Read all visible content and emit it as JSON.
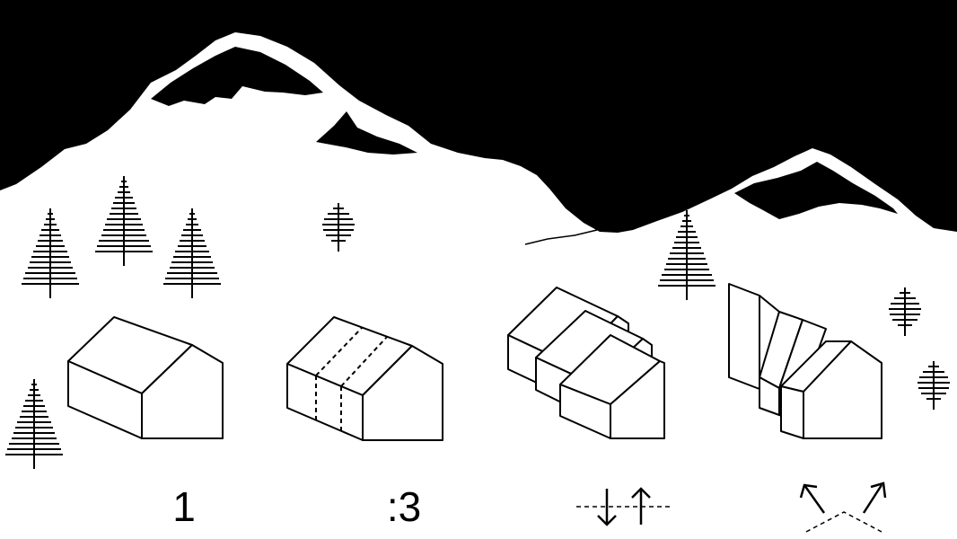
{
  "colors": {
    "sky": "#000000",
    "ground": "#ffffff",
    "ink": "#000000"
  },
  "steps": [
    {
      "id": "single-volume",
      "label": "1",
      "icon": "gable-house"
    },
    {
      "id": "divide",
      "label": ":3",
      "icon": "gable-house-dashed-divisions"
    },
    {
      "id": "shift",
      "label": "",
      "icon": "down-up-arrows"
    },
    {
      "id": "rotate",
      "label": "",
      "icon": "diverging-arrows"
    }
  ],
  "trees": {
    "icon": "fir-tree"
  }
}
